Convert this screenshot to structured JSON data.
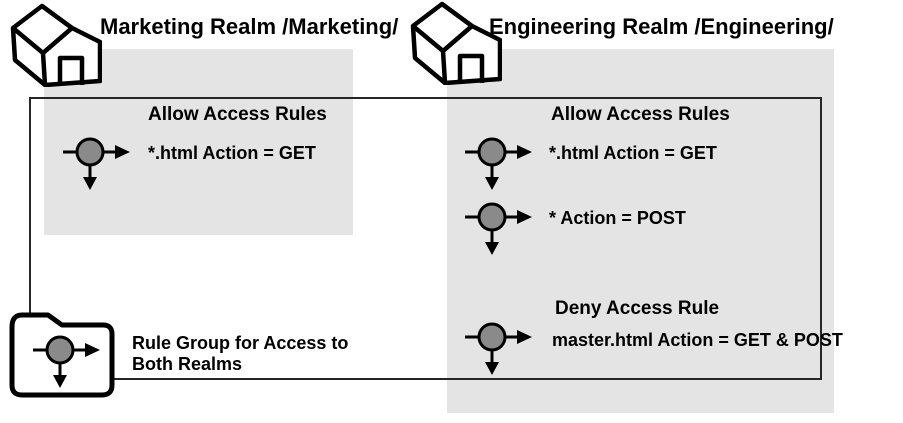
{
  "diagram": {
    "realms": [
      {
        "title": "Marketing Realm /Marketing/",
        "sections": [
          {
            "heading": "Allow Access Rules",
            "rules": [
              "*.html Action = GET"
            ]
          }
        ]
      },
      {
        "title": "Engineering Realm /Engineering/",
        "sections": [
          {
            "heading": "Allow Access Rules",
            "rules": [
              "*.html Action = GET",
              "* Action = POST"
            ]
          },
          {
            "heading": "Deny Access Rule",
            "rules": [
              "master.html Action = GET & POST"
            ]
          }
        ]
      }
    ],
    "rule_group": {
      "label_line1": "Rule Group for Access to",
      "label_line2": "Both Realms"
    },
    "icons": {
      "house": "house-icon (realm)",
      "rule": "rule-icon (gray circle with right and down arrows)",
      "folder": "folder-icon (rule group)"
    }
  },
  "colors": {
    "box_gray": "#e4e4e4",
    "icon_gray": "#8a8a8a",
    "stroke_black": "#000000",
    "border_dark": "#262626"
  }
}
